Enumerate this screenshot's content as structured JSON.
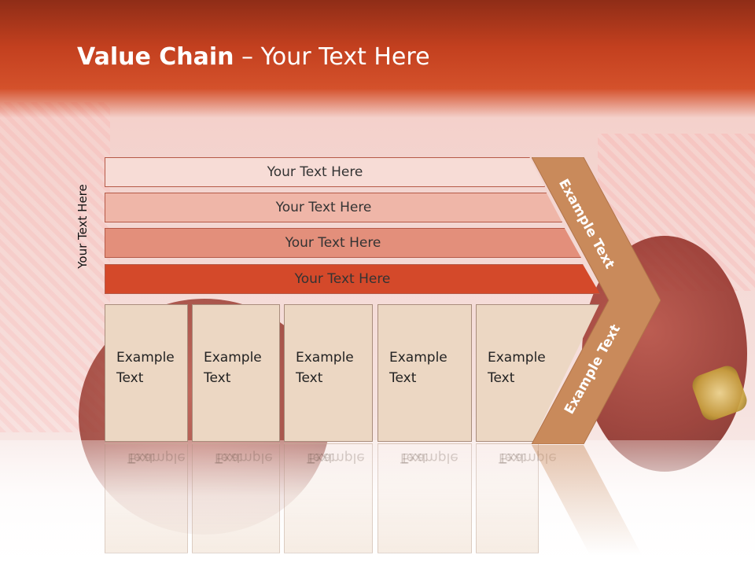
{
  "slide": {
    "title_bold": "Value Chain",
    "title_rest": " – Your Text Here",
    "side_label": "Your Text Here",
    "bands": [
      {
        "label": "Your Text Here"
      },
      {
        "label": "Your Text Here"
      },
      {
        "label": "Your Text Here"
      },
      {
        "label": "Your Text Here"
      }
    ],
    "columns": [
      {
        "line1": "Example",
        "line2": "Text"
      },
      {
        "line1": "Example",
        "line2": "Text"
      },
      {
        "line1": "Example",
        "line2": "Text"
      },
      {
        "line1": "Example",
        "line2": "Text"
      },
      {
        "line1": "Example",
        "line2": "Text"
      }
    ],
    "chevron_top": "Example Text",
    "chevron_bottom": "Example Text"
  },
  "colors": {
    "header": "#c3401f",
    "band1": "#f7dcd6",
    "band2": "#efb6a8",
    "band3": "#e38f7b",
    "band4": "#d4492a",
    "column_fill": "#ecd7c3",
    "chevron": "#c98a5b"
  }
}
